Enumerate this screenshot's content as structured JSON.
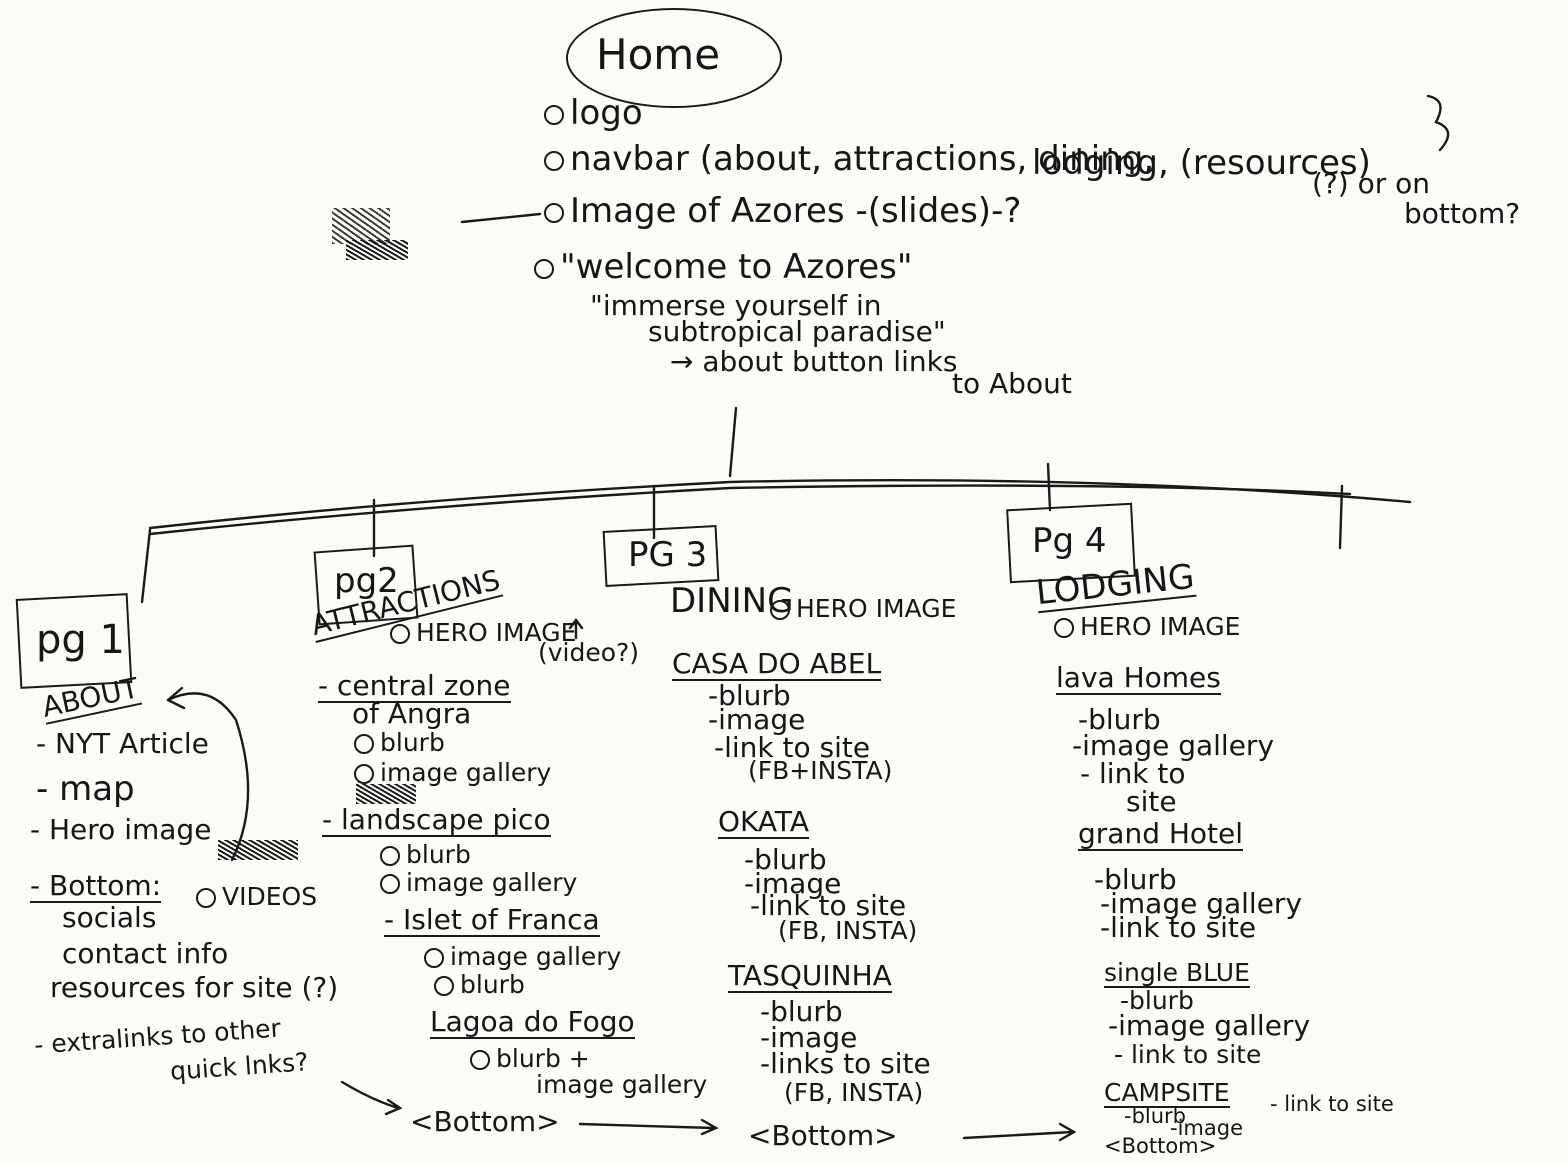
{
  "home": {
    "title": "Home",
    "items": [
      "logo",
      "navbar (about, attractions, dining,",
      "lodging, (resources)",
      "Image of Azores -(slides)-?",
      "\"welcome to Azores\"",
      "\"immerse yourself in",
      "subtropical paradise\"",
      "→ about button links",
      "to About"
    ],
    "side_notes": [
      "(?) or on",
      "bottom?"
    ]
  },
  "pages": [
    {
      "tag": "pg 1",
      "name": "ABOUT",
      "lines": [
        "- NYT Article",
        "- map",
        "- Hero image",
        "- Bottom:",
        "socials",
        "contact info",
        "resources for site (?)",
        "- extralinks to other",
        "quick lnks?"
      ],
      "extra": "VIDEOS"
    },
    {
      "tag": "pg2",
      "name": "ATTRACTIONS",
      "hero": "HERO IMAGE",
      "hero_note": "(video?)",
      "lines": [
        "- central zone",
        "of Angra",
        "blurb",
        "image gallery",
        "- landscape pico",
        "blurb",
        "image gallery",
        "- Islet of Franca",
        "image gallery",
        "blurb",
        "Lagoa do Fogo",
        "blurb +",
        "image gallery"
      ],
      "bottom": "<Bottom>"
    },
    {
      "tag": "PG 3",
      "name": "DINING",
      "hero": "HERO IMAGE",
      "lines": [
        "CASA DO ABEL",
        "-blurb",
        "-image",
        "-link to site",
        "(FB+INSTA)",
        "OKATA",
        "-blurb",
        "-image",
        "-link to site",
        "(FB, INSTA)",
        "TASQUINHA",
        "-blurb",
        "-image",
        "-links to site",
        "(FB, INSTA)"
      ],
      "bottom": "<Bottom>"
    },
    {
      "tag": "Pg 4",
      "name": "LODGING",
      "hero": "HERO IMAGE",
      "lines": [
        "lava Homes",
        "-blurb",
        "-image gallery",
        "- link to",
        "site",
        "grand Hotel",
        "-blurb",
        "-image gallery",
        "-link to site",
        "single BLUE",
        "-blurb",
        "-image gallery",
        "- link to site",
        "CAMPSITE",
        "-blurb",
        "-image",
        "- link to site"
      ],
      "bottom": "<Bottom>"
    }
  ]
}
